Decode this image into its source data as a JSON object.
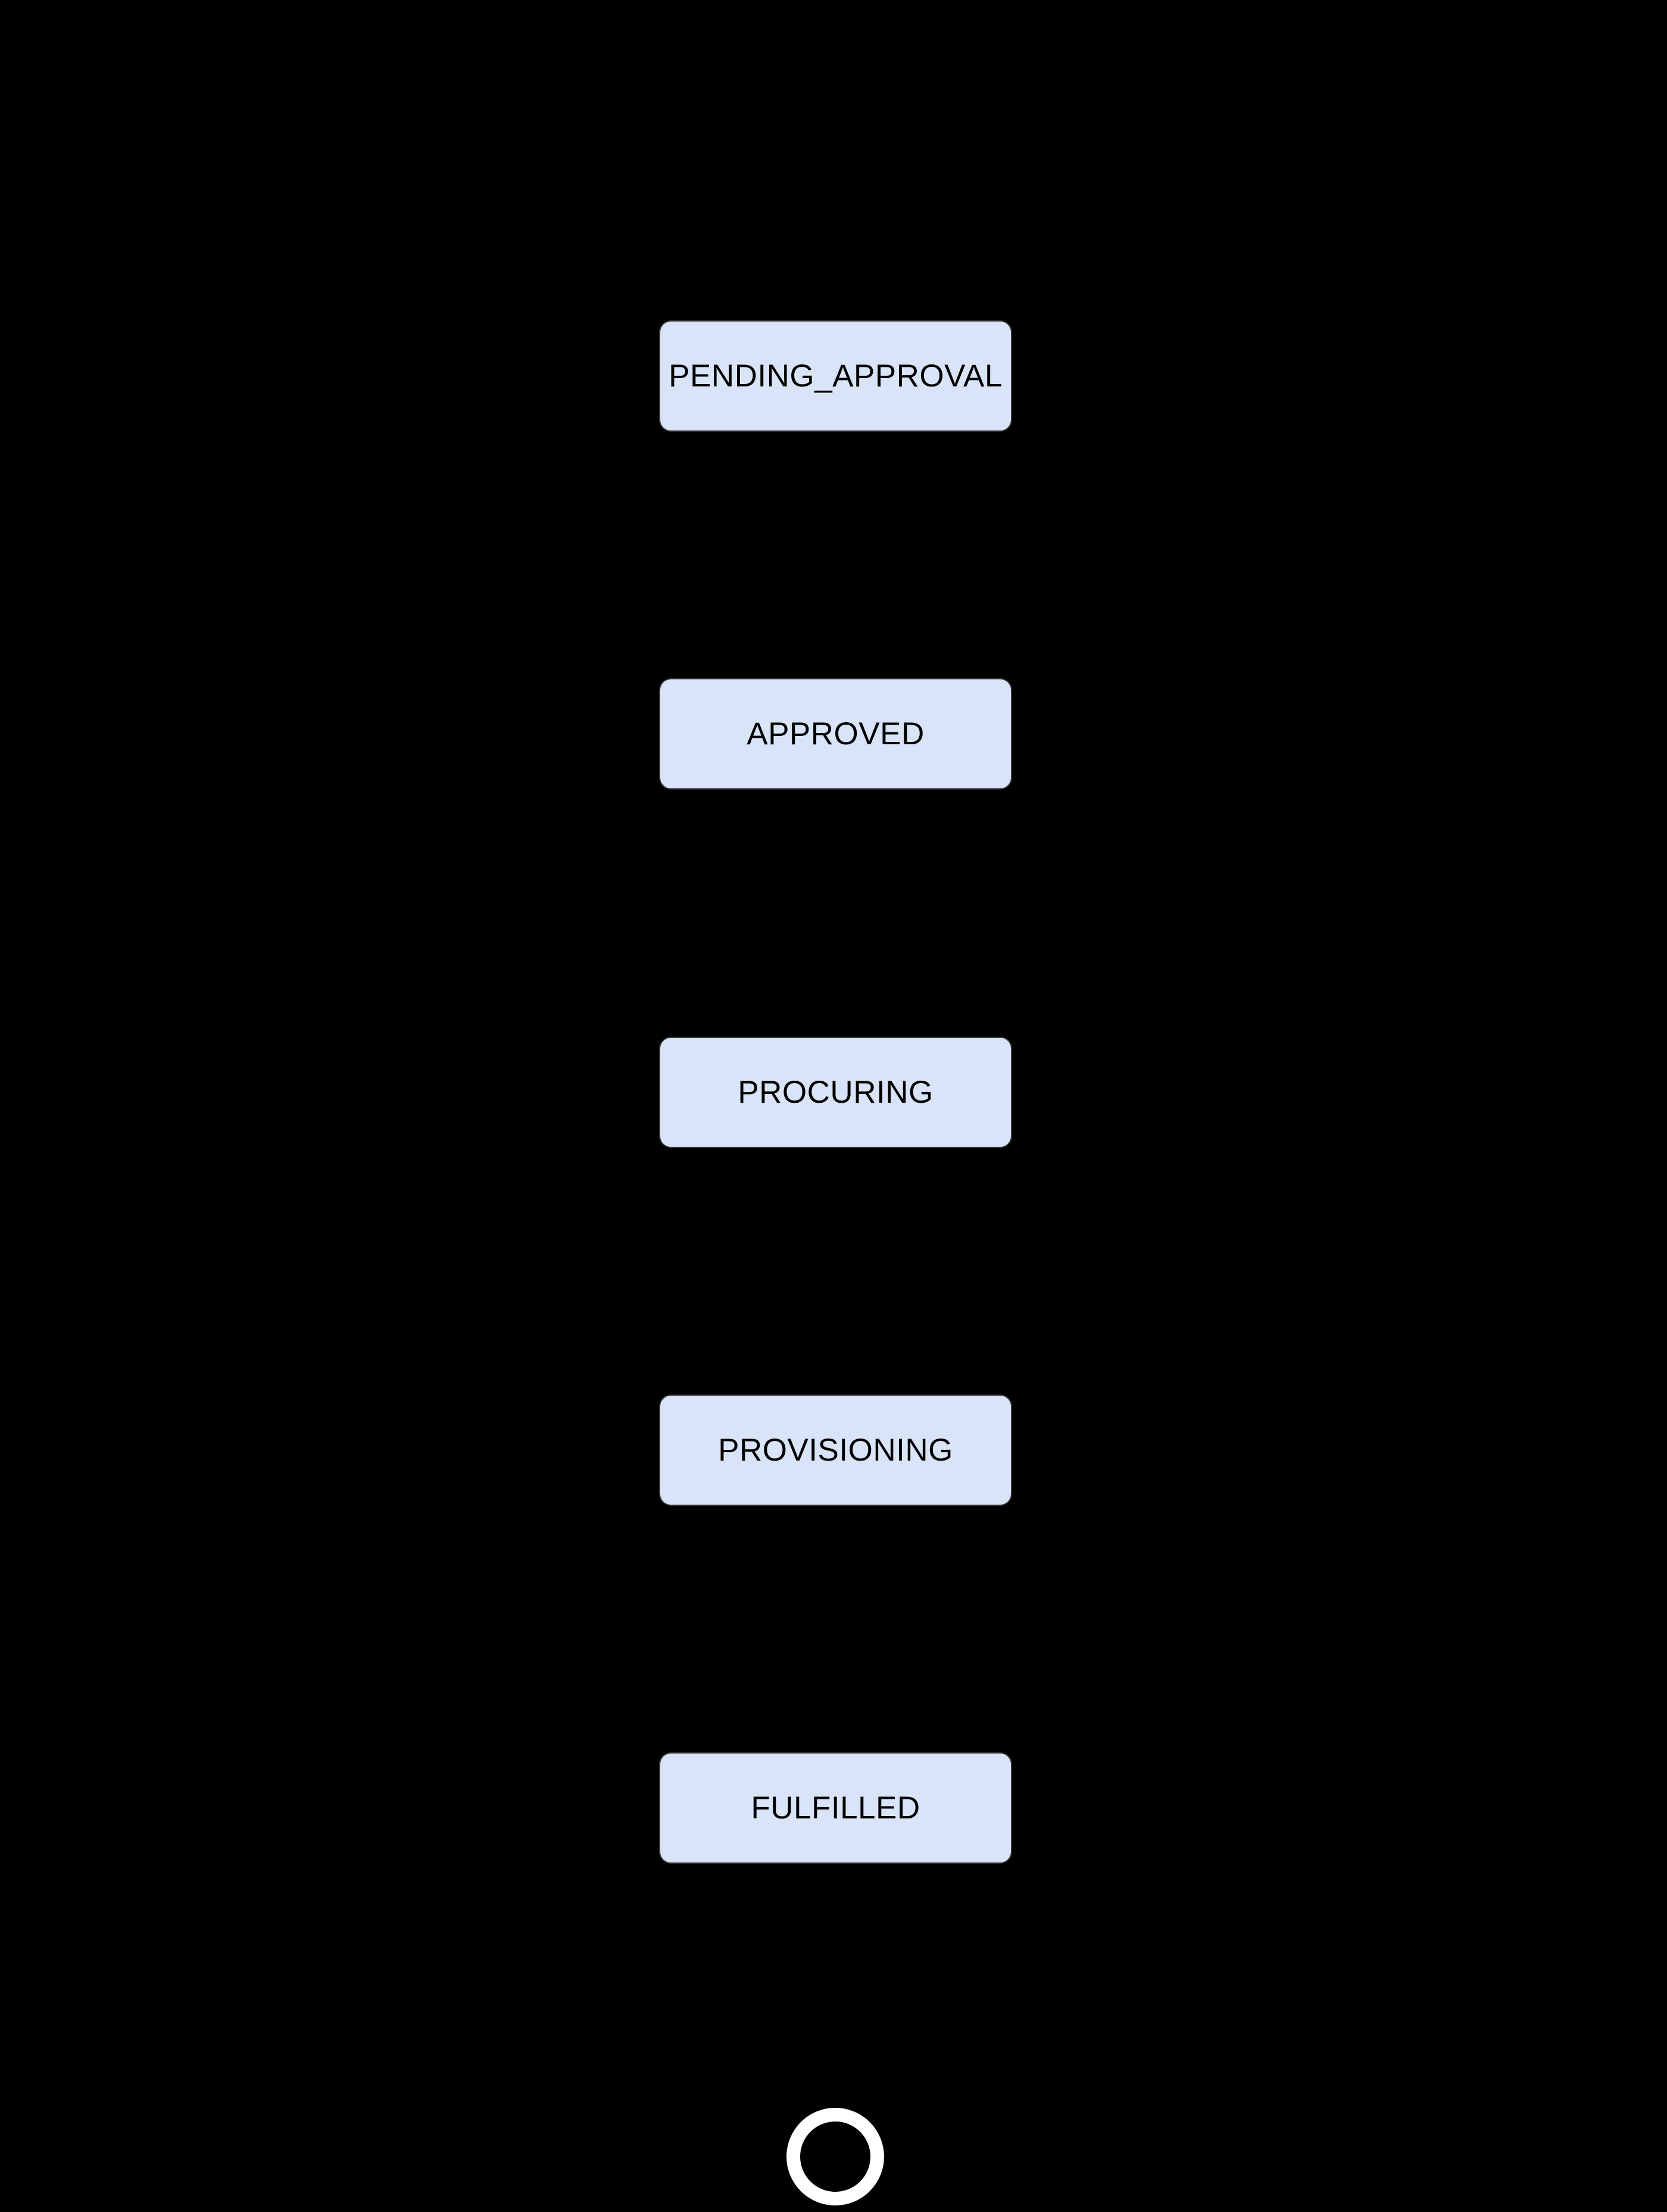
{
  "diagram": {
    "type": "state-flow-vertical",
    "background_color": "#000000",
    "node_fill_color": "#d9e4f8",
    "node_border_color": "#333333",
    "node_text_color": "#000000",
    "final_ring_color": "#ffffff",
    "states": [
      {
        "label": "PENDING_APPROVAL"
      },
      {
        "label": "APPROVED"
      },
      {
        "label": "PROCURING"
      },
      {
        "label": "PROVISIONING"
      },
      {
        "label": "FULFILLED"
      }
    ],
    "end_state": {
      "name": "final-state"
    }
  }
}
